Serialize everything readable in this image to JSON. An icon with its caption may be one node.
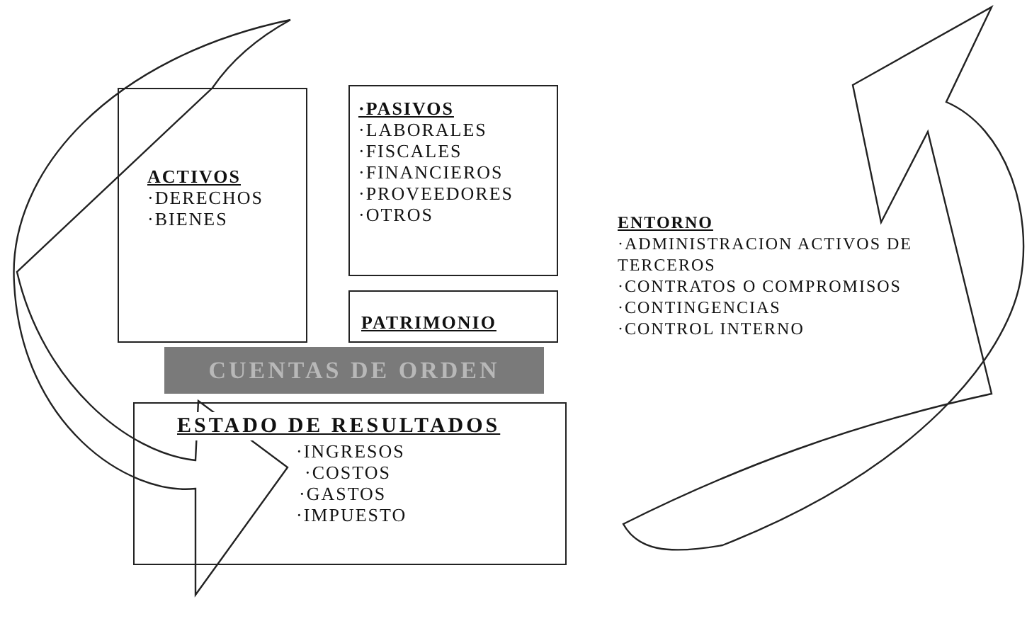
{
  "diagram": {
    "nodes": [
      {
        "text": [
          "ACTIVOS",
          "·DERECHOS",
          "·BIENES"
        ]
      },
      {
        "text": [
          "·PASIVOS",
          "·LABORALES",
          "·FISCALES",
          "·FINANCIEROS",
          "·PROVEEDORES",
          "·OTROS"
        ]
      },
      {
        "text": [
          "PATRIMONIO"
        ]
      },
      {
        "text": [
          "CUENTAS DE ORDEN"
        ]
      },
      {
        "text": [
          "ESTADO DE RESULTADOS",
          "·INGRESOS",
          "·COSTOS",
          "·GASTOS",
          "·IMPUESTO"
        ]
      }
    ],
    "edges": [],
    "labels": [
      "ENTORNO",
      "·ADMINISTRACION ACTIVOS DE TERCEROS",
      "·CONTRATOS O COMPROMISOS",
      "·CONTINGENCIAS",
      "·CONTROL INTERNO"
    ]
  }
}
